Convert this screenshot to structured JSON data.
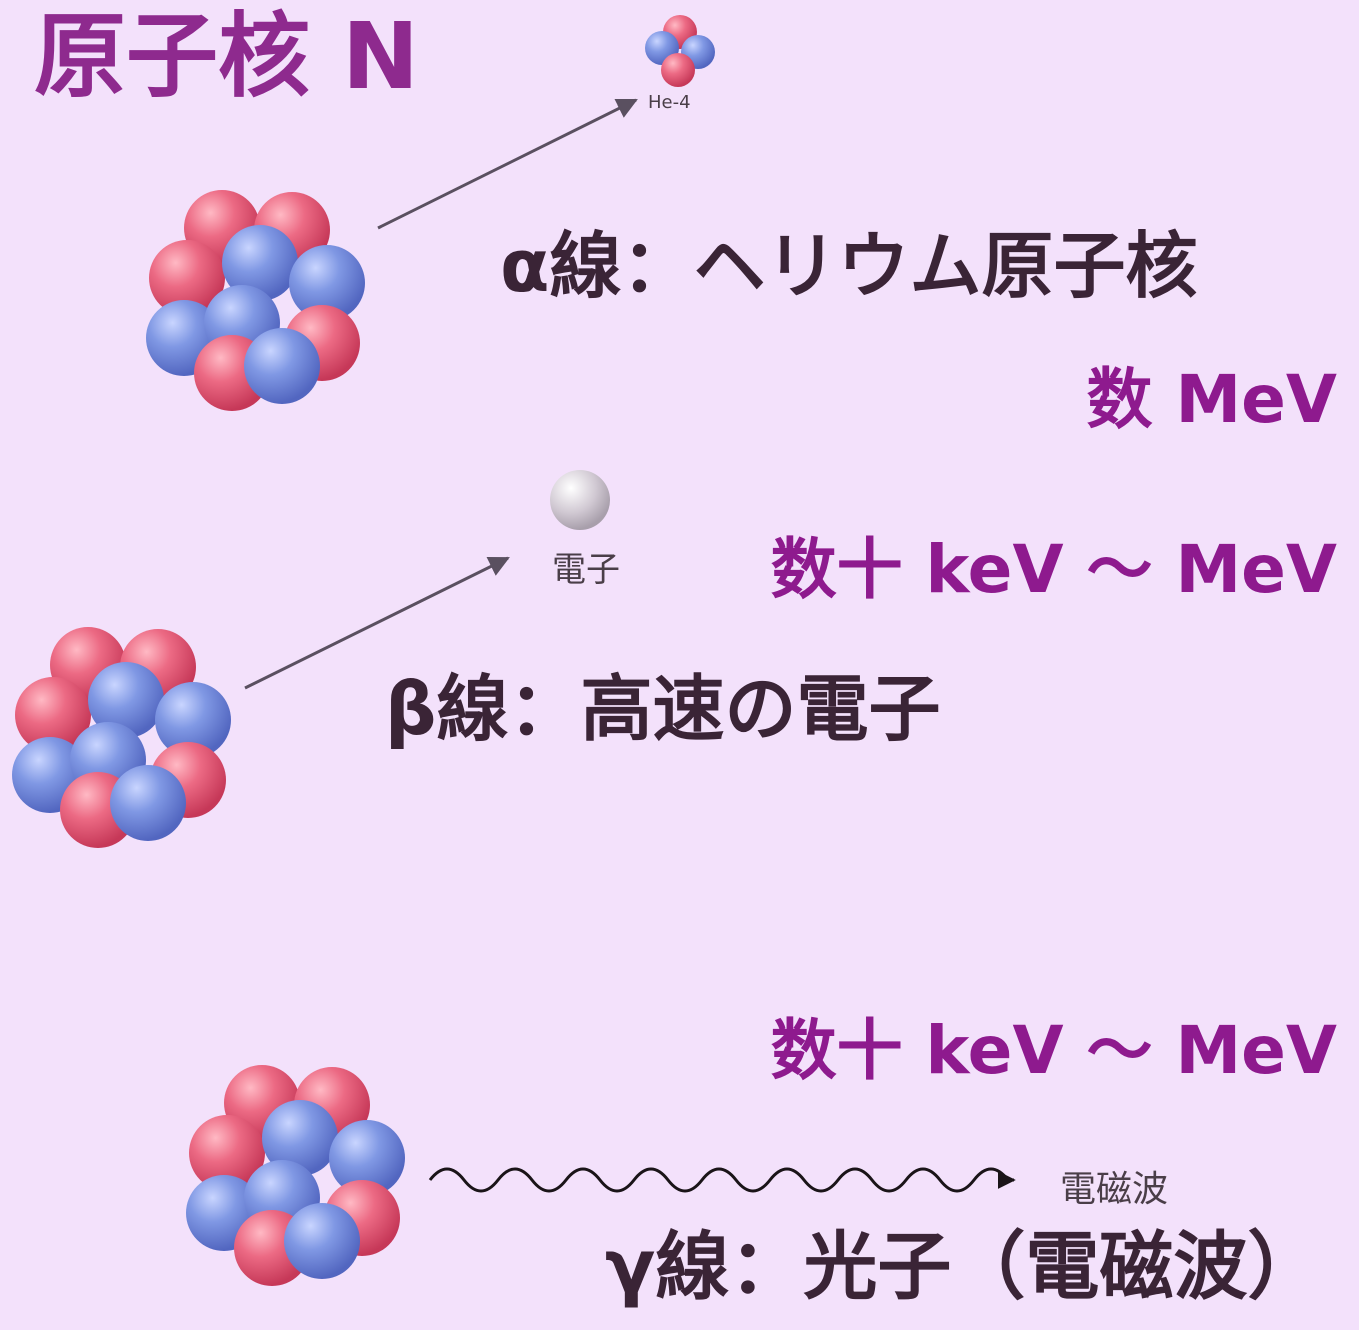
{
  "title": "原子核 N",
  "alpha": {
    "label": "α線：ヘリウム原子核",
    "energy": "数 MeV",
    "particle_label": "He-4"
  },
  "beta": {
    "label": "β線：高速の電子",
    "energy": "数十 keV 〜 MeV",
    "particle_label": "電子"
  },
  "gamma": {
    "label": "γ線：光子（電磁波）",
    "energy": "数十 keV 〜 MeV",
    "wave_label": "電磁波"
  },
  "colors": {
    "background": "#f3e1fb",
    "accent": "#8e2a8e",
    "proton": "#e0506a",
    "neutron": "#6f86d6",
    "arrow": "#5a5060"
  }
}
